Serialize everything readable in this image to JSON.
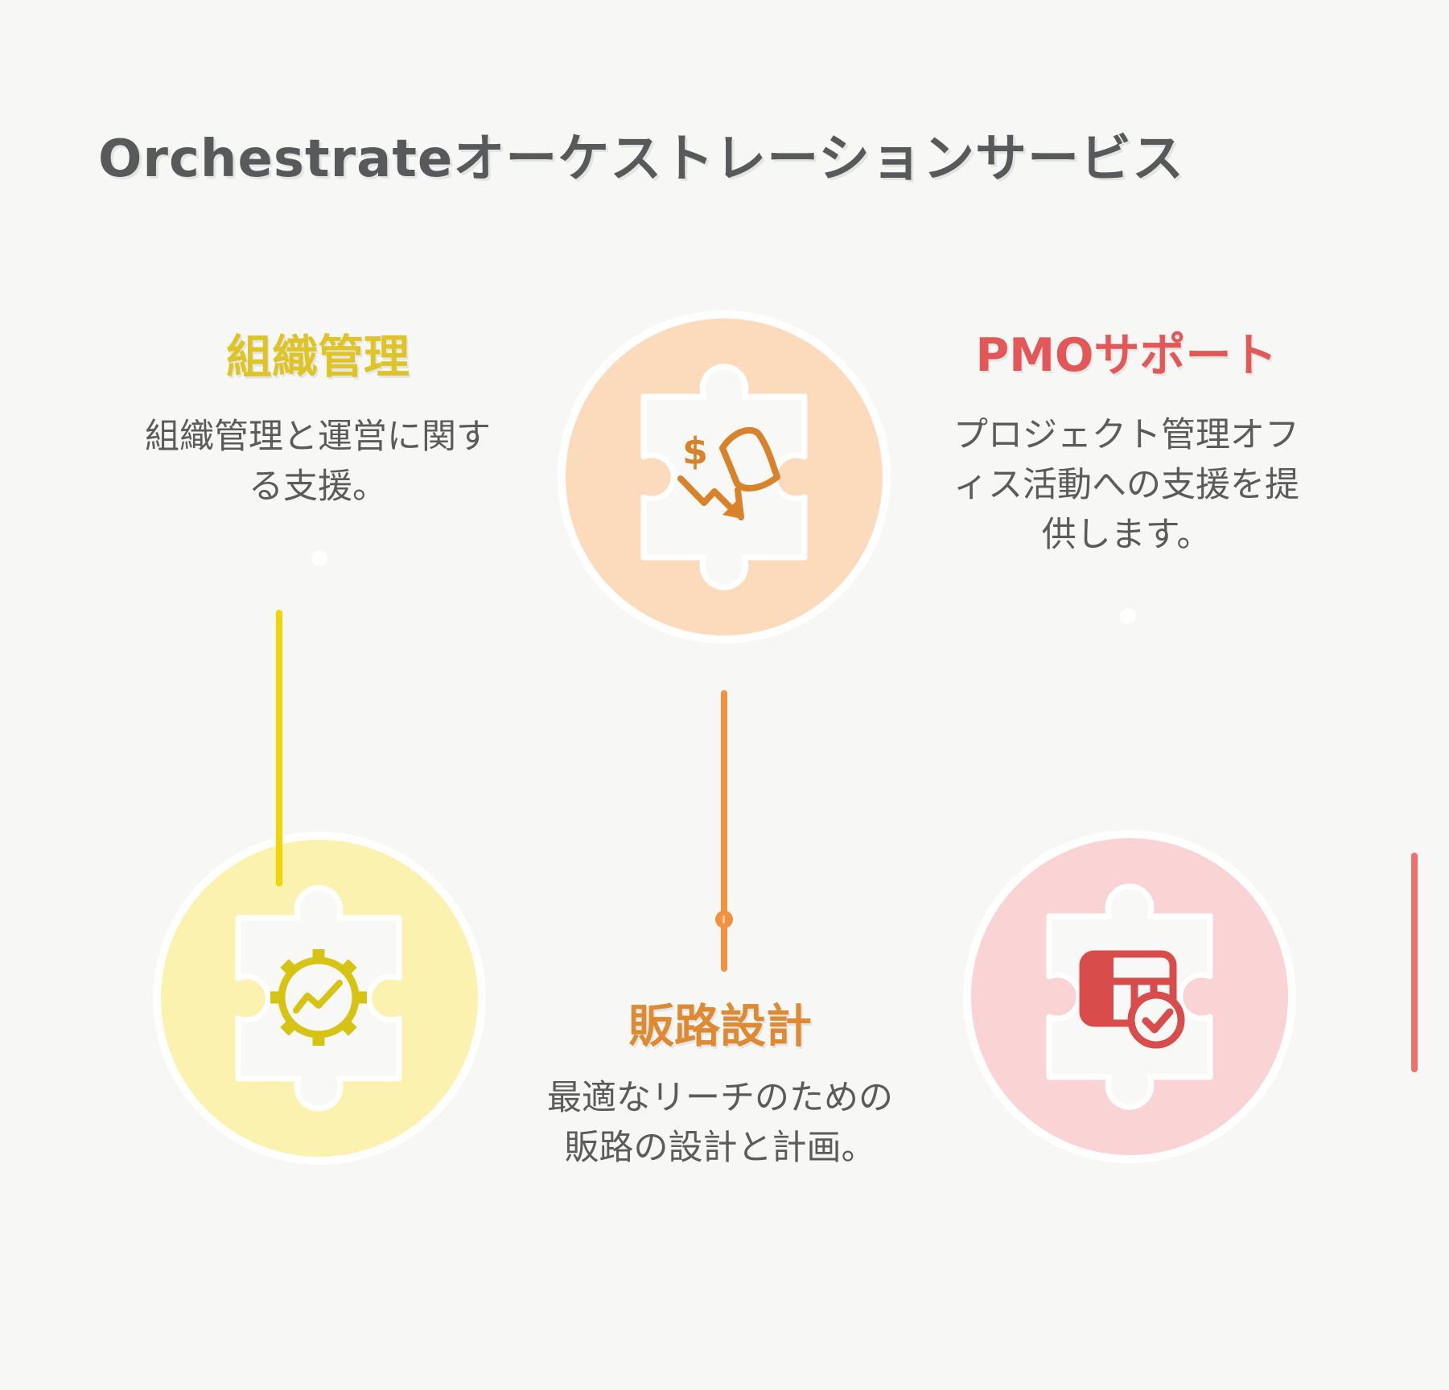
{
  "title": "Orchestrateオーケストレーションサービス",
  "title_color": "#58595B",
  "background_color": "#F7F7F5",
  "body_text_color": "#5B5B5B",
  "items": [
    {
      "label": "組織管理",
      "description": "組織管理と運営に関す\nる支援。",
      "accent_color": "#DFC427",
      "icon_color": "#D7C313",
      "line_color": "#F3D503",
      "circle_color": "#FAF2AE",
      "icon": "gear-trend-icon"
    },
    {
      "label": "販路設計",
      "description": "最適なリーチのための\n販路の設計と計画。",
      "accent_color": "#DE8A33",
      "icon_color": "#D8832C",
      "line_color": "#F0923E",
      "circle_color": "#FBDBBB",
      "icon": "dollar-flag-arrow-icon"
    },
    {
      "label": "PMOサポート",
      "description": "プロジェクト管理オフ\nィス活動への支援を提\n供します。",
      "accent_color": "#E25858",
      "icon_color": "#D84C4C",
      "line_color": "#F06F6F",
      "circle_color": "#FAD4D4",
      "icon": "table-check-icon"
    }
  ],
  "decor": {
    "white_dot_color": "#FFFFFF",
    "puzzle_piece_color": "#F8F8F6",
    "circle_ring_color": "#FFFFFF"
  }
}
